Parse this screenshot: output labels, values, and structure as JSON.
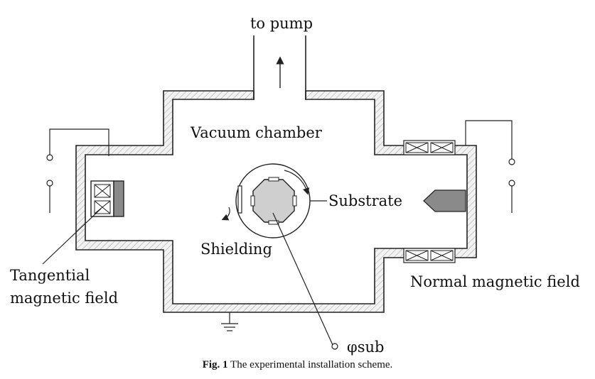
{
  "labels": {
    "to_pump": "to pump",
    "vacuum_chamber": "Vacuum chamber",
    "substrate": "Substrate",
    "shielding": "Shielding",
    "tangential_line1": "Tangential",
    "tangential_line2": "magnetic field",
    "normal_field": "Normal magnetic field",
    "phi_sub": "φsub"
  },
  "caption": {
    "figure_no": "Fig. 1",
    "text": " The experimental installation scheme."
  },
  "colors": {
    "wall_fill": "#e8e8e8",
    "line": "#222222",
    "substrate_fill": "#cfcfcf",
    "magnetron_dark": "#8a8a8a"
  }
}
